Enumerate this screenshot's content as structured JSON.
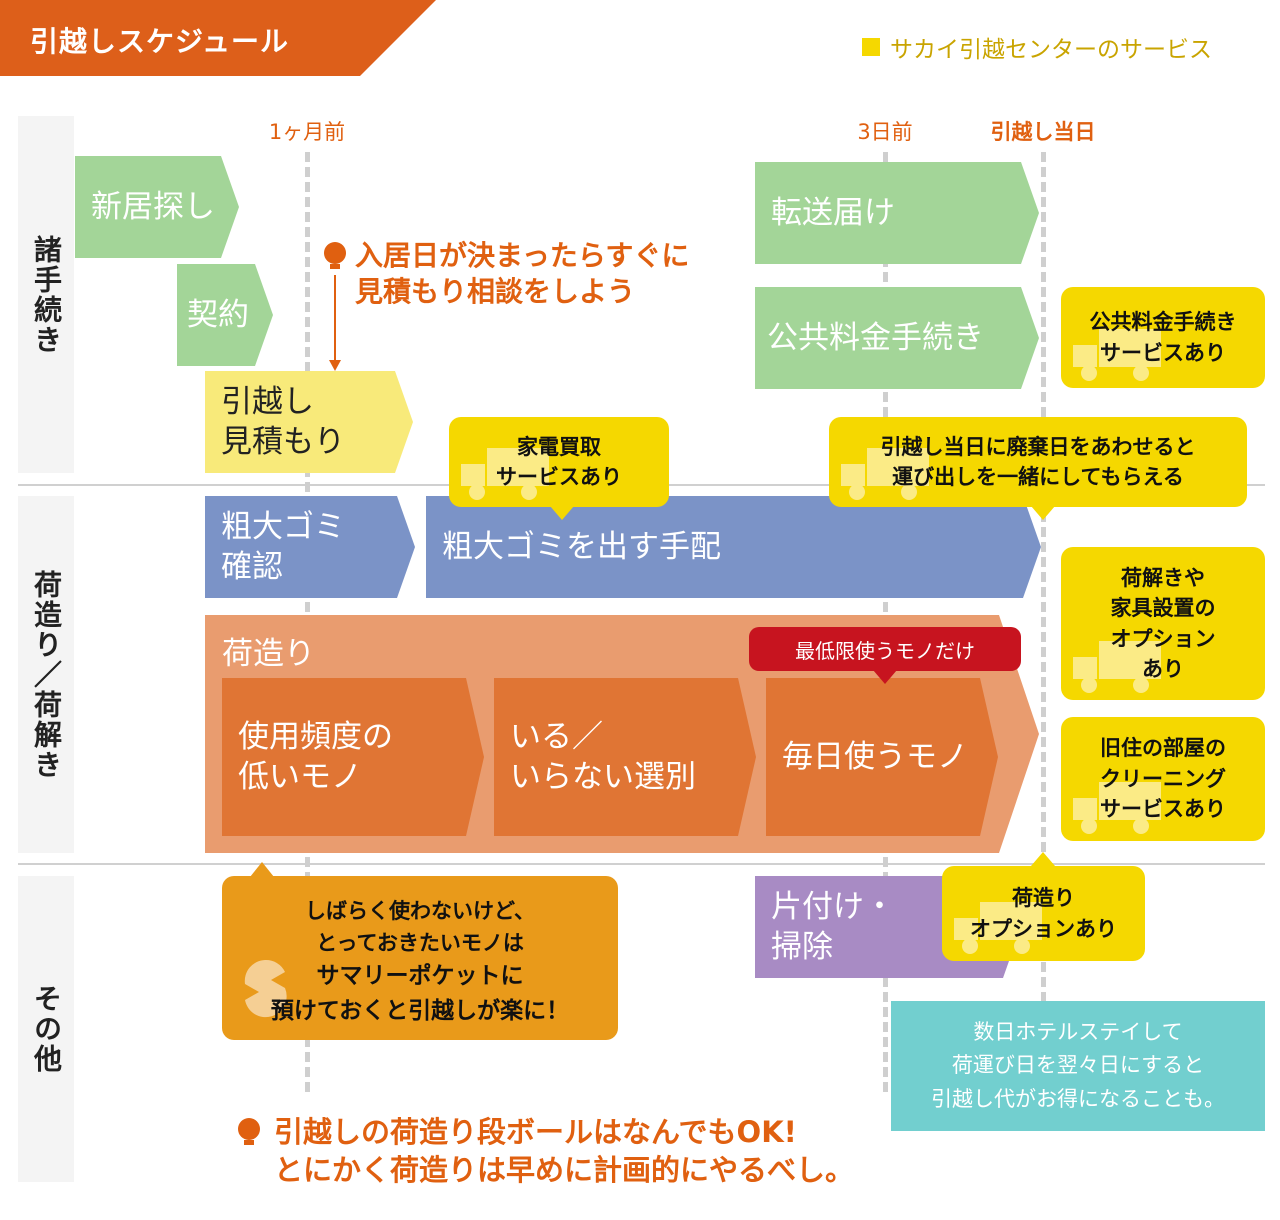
{
  "header": {
    "title": "引越しスケジュール",
    "legend": "サカイ引越センターのサービス"
  },
  "columns": [
    "1ヶ月前",
    "3日前",
    "引越し当日"
  ],
  "sections": [
    "諸手続き",
    "荷造り／荷解き",
    "その他"
  ],
  "steps": {
    "house_search": "新居探し",
    "contract": "契約",
    "estimate_1": "引越し",
    "estimate_2": "見積もり",
    "forwarding": "転送届け",
    "utilities": "公共料金手続き",
    "bulky_check_1": "粗大ゴミ",
    "bulky_check_2": "確認",
    "bulky_dispose": "粗大ゴミを出す手配",
    "packing": "荷造り",
    "rare_1": "使用頻度の",
    "rare_2": "低いモノ",
    "sort_1": "いる／",
    "sort_2": "いらない選別",
    "daily": "毎日使うモノ",
    "daily_label": "最低限使うモノだけ",
    "cleanup_1": "片付け・",
    "cleanup_2": "掃除"
  },
  "tips": {
    "estimate_tip": [
      "入居日が決まったらすぐに",
      "見積もり相談をしよう"
    ],
    "box_tip": [
      "引越しの荷造り段ボールはなんでもOK!",
      "とにかく荷造りは早めに計画的にやるべし。"
    ]
  },
  "services": {
    "appliance": [
      "家電買取",
      "サービスあり"
    ],
    "disposal": [
      "引越し当日に廃棄日をあわせると",
      "運び出しを一緒にしてもらえる"
    ],
    "utilities": [
      "公共料金手続き",
      "サービスあり"
    ],
    "unpack": [
      "荷解きや",
      "家具設置の",
      "オプション",
      "あり"
    ],
    "cleaning": [
      "旧住の部屋の",
      "クリーニング",
      "サービスあり"
    ],
    "packing": [
      "荷造り",
      "オプションあり"
    ]
  },
  "notes": {
    "summary_pocket": [
      "しばらく使わないけど、",
      "とっておきたいモノは",
      "サマリーポケットに",
      "預けておくと引越しが楽に！"
    ],
    "hotel": [
      "数日ホテルステイして",
      "荷運び日を翌々日にすると",
      "引越し代がお得になることも。"
    ]
  },
  "colors": {
    "accent": "#dd5f1a",
    "service": "#f5d800",
    "green": "#a3d598",
    "blue": "#7b93c7",
    "packing": "#e99c6f",
    "teal": "#72cfcf",
    "purple": "#a88bc4"
  }
}
